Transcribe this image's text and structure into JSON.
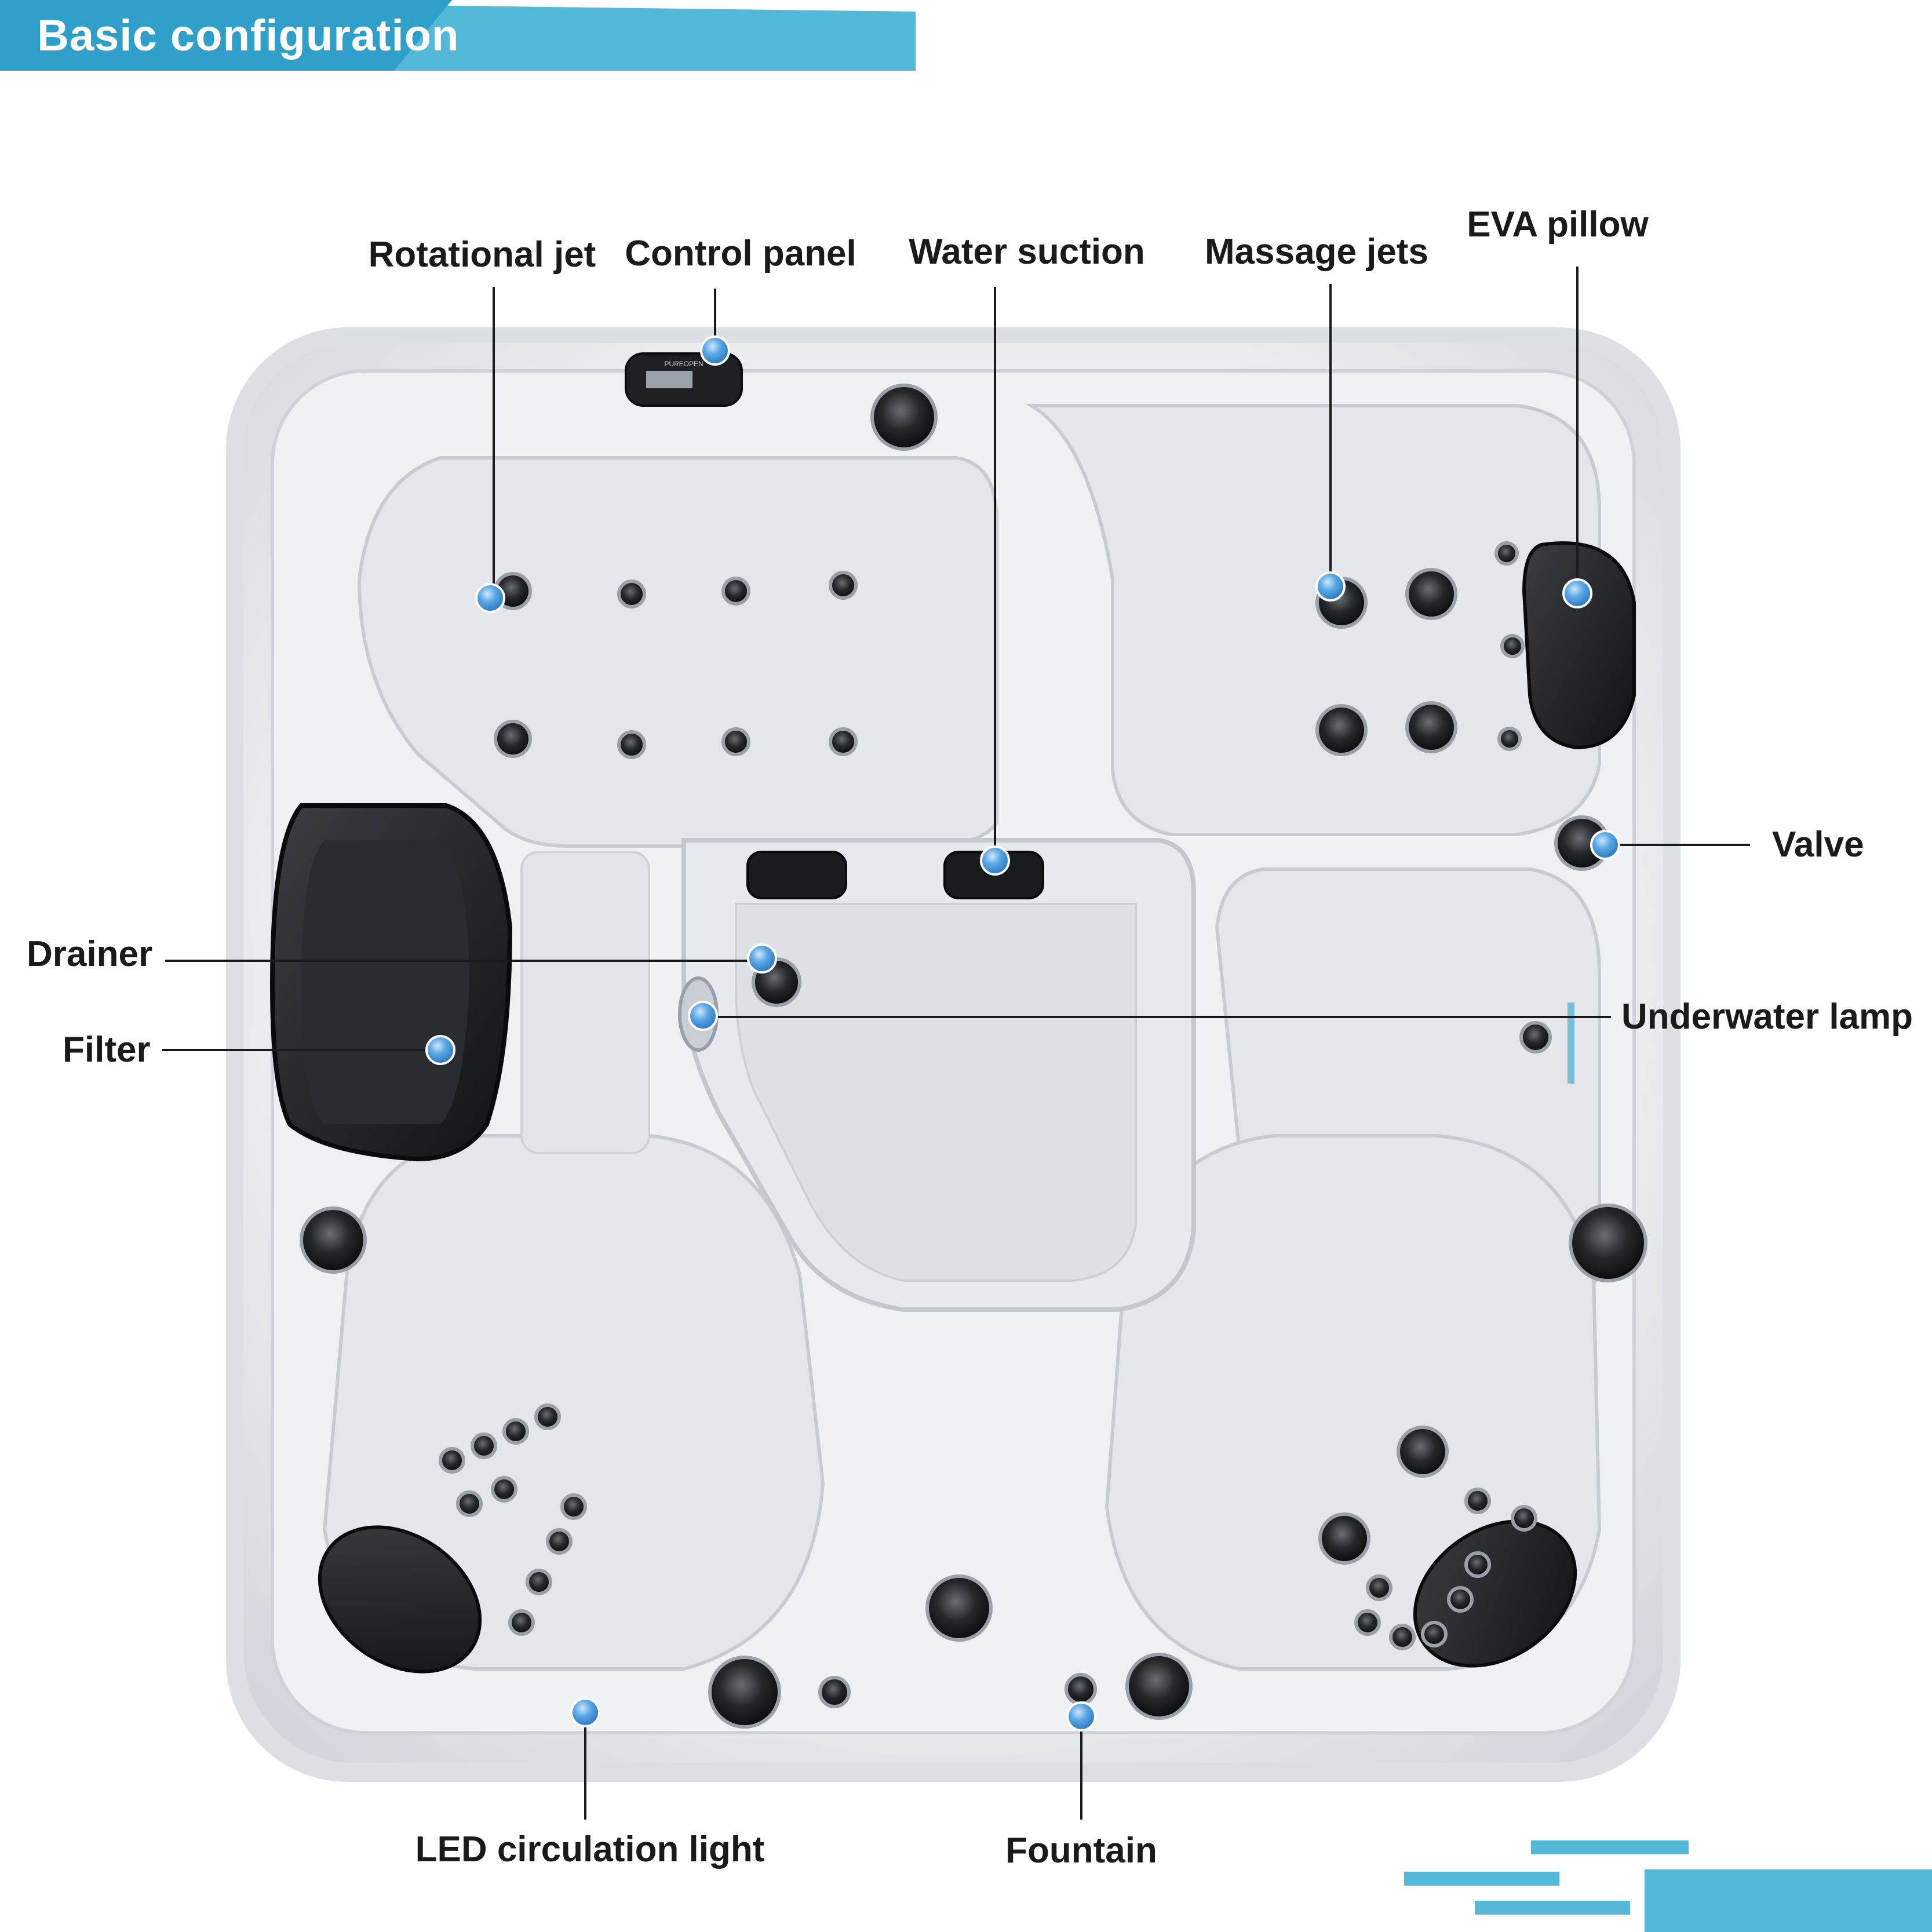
{
  "header": {
    "title": "Basic configuration",
    "banner_color": "#54b8d9"
  },
  "accent_color": "#54b8d9",
  "marker_color": "#5aa8e6",
  "callouts": [
    {
      "id": "rotational-jet",
      "label": "Rotational jet"
    },
    {
      "id": "control-panel",
      "label": "Control panel"
    },
    {
      "id": "water-suction",
      "label": "Water suction"
    },
    {
      "id": "massage-jets",
      "label": "Massage jets"
    },
    {
      "id": "eva-pillow",
      "label": "EVA pillow"
    },
    {
      "id": "valve",
      "label": "Valve"
    },
    {
      "id": "drainer",
      "label": "Drainer"
    },
    {
      "id": "filter",
      "label": "Filter"
    },
    {
      "id": "underwater-lamp",
      "label": "Underwater lamp"
    },
    {
      "id": "led-circulation-light",
      "label": "LED circulation light"
    },
    {
      "id": "fountain",
      "label": "Fountain"
    }
  ],
  "control_panel_brand": "PUREOPEN"
}
